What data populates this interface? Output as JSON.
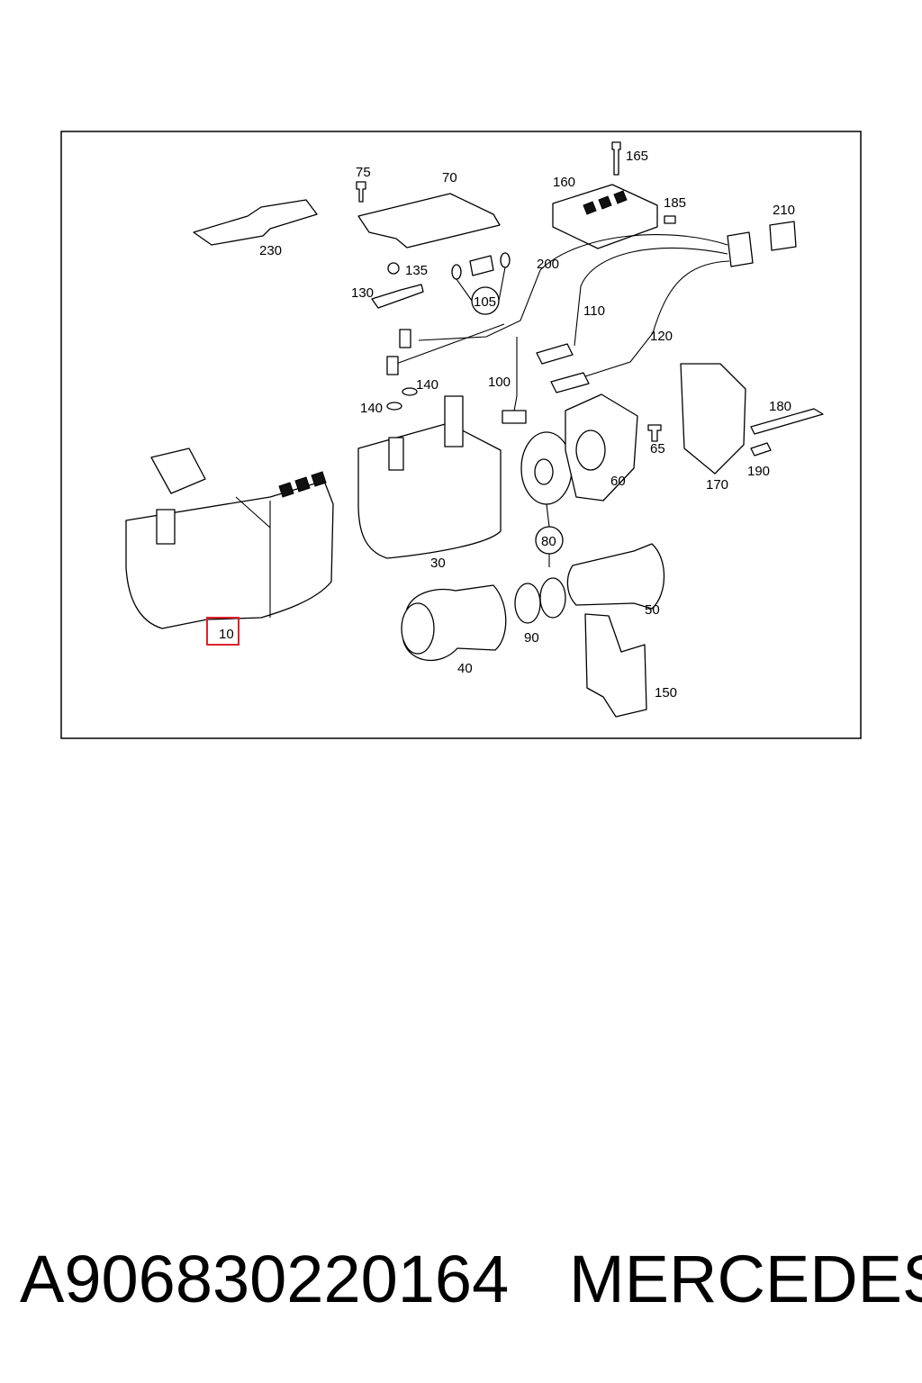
{
  "diagram": {
    "highlighted_part": "10",
    "callouts": [
      "10",
      "30",
      "40",
      "50",
      "60",
      "65",
      "70",
      "75",
      "80",
      "90",
      "100",
      "105",
      "110",
      "120",
      "130",
      "135",
      "140",
      "140",
      "150",
      "160",
      "165",
      "170",
      "180",
      "185",
      "190",
      "200",
      "210",
      "230"
    ]
  },
  "footer": {
    "part_number": "A906830220164",
    "brand": "MERCEDES"
  },
  "colors": {
    "highlight": "#e0202a",
    "line": "#000000",
    "background": "#ffffff"
  }
}
